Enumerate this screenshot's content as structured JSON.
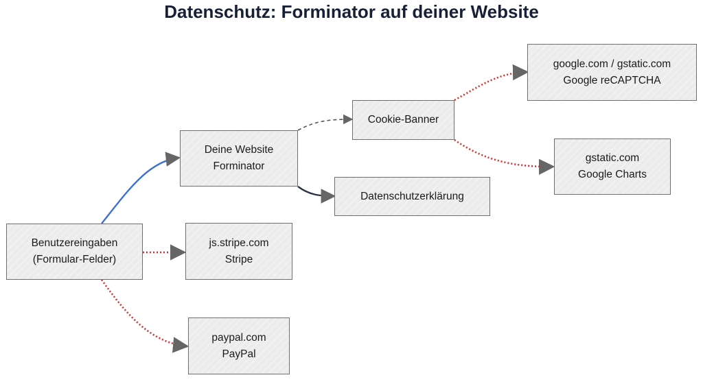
{
  "title": "Datenschutz: Forminator auf deiner Website",
  "nodes": {
    "benutzer": {
      "line1": "Benutzereingaben",
      "line2": "(Formular-Felder)"
    },
    "website": {
      "line1": "Deine Website",
      "line2": "Forminator"
    },
    "cookie": {
      "line1": "Cookie-Banner"
    },
    "datenschutz": {
      "line1": "Datenschutzerklärung"
    },
    "stripe": {
      "line1": "js.stripe.com",
      "line2": "Stripe"
    },
    "paypal": {
      "line1": "paypal.com",
      "line2": "PayPal"
    },
    "recaptcha": {
      "line1": "google.com / gstatic.com",
      "line2": "Google reCAPTCHA"
    },
    "charts": {
      "line1": "gstatic.com",
      "line2": "Google Charts"
    }
  },
  "edges": [
    {
      "from": "benutzer",
      "to": "website",
      "style": "solid",
      "color": "#3a6fd8"
    },
    {
      "from": "website",
      "to": "cookie",
      "style": "dashed",
      "color": "#555555"
    },
    {
      "from": "website",
      "to": "datenschutz",
      "style": "solid",
      "color": "#2b3445"
    },
    {
      "from": "benutzer",
      "to": "stripe",
      "style": "dotted",
      "color": "#d32f2f"
    },
    {
      "from": "benutzer",
      "to": "paypal",
      "style": "dotted",
      "color": "#d32f2f"
    },
    {
      "from": "cookie",
      "to": "recaptcha",
      "style": "dotted",
      "color": "#d32f2f"
    },
    {
      "from": "cookie",
      "to": "charts",
      "style": "dotted",
      "color": "#d32f2f"
    }
  ],
  "colors": {
    "title": "#172036",
    "node_fill": "#ececec",
    "node_border": "#6e6e6e",
    "arrowhead": "#666666"
  }
}
